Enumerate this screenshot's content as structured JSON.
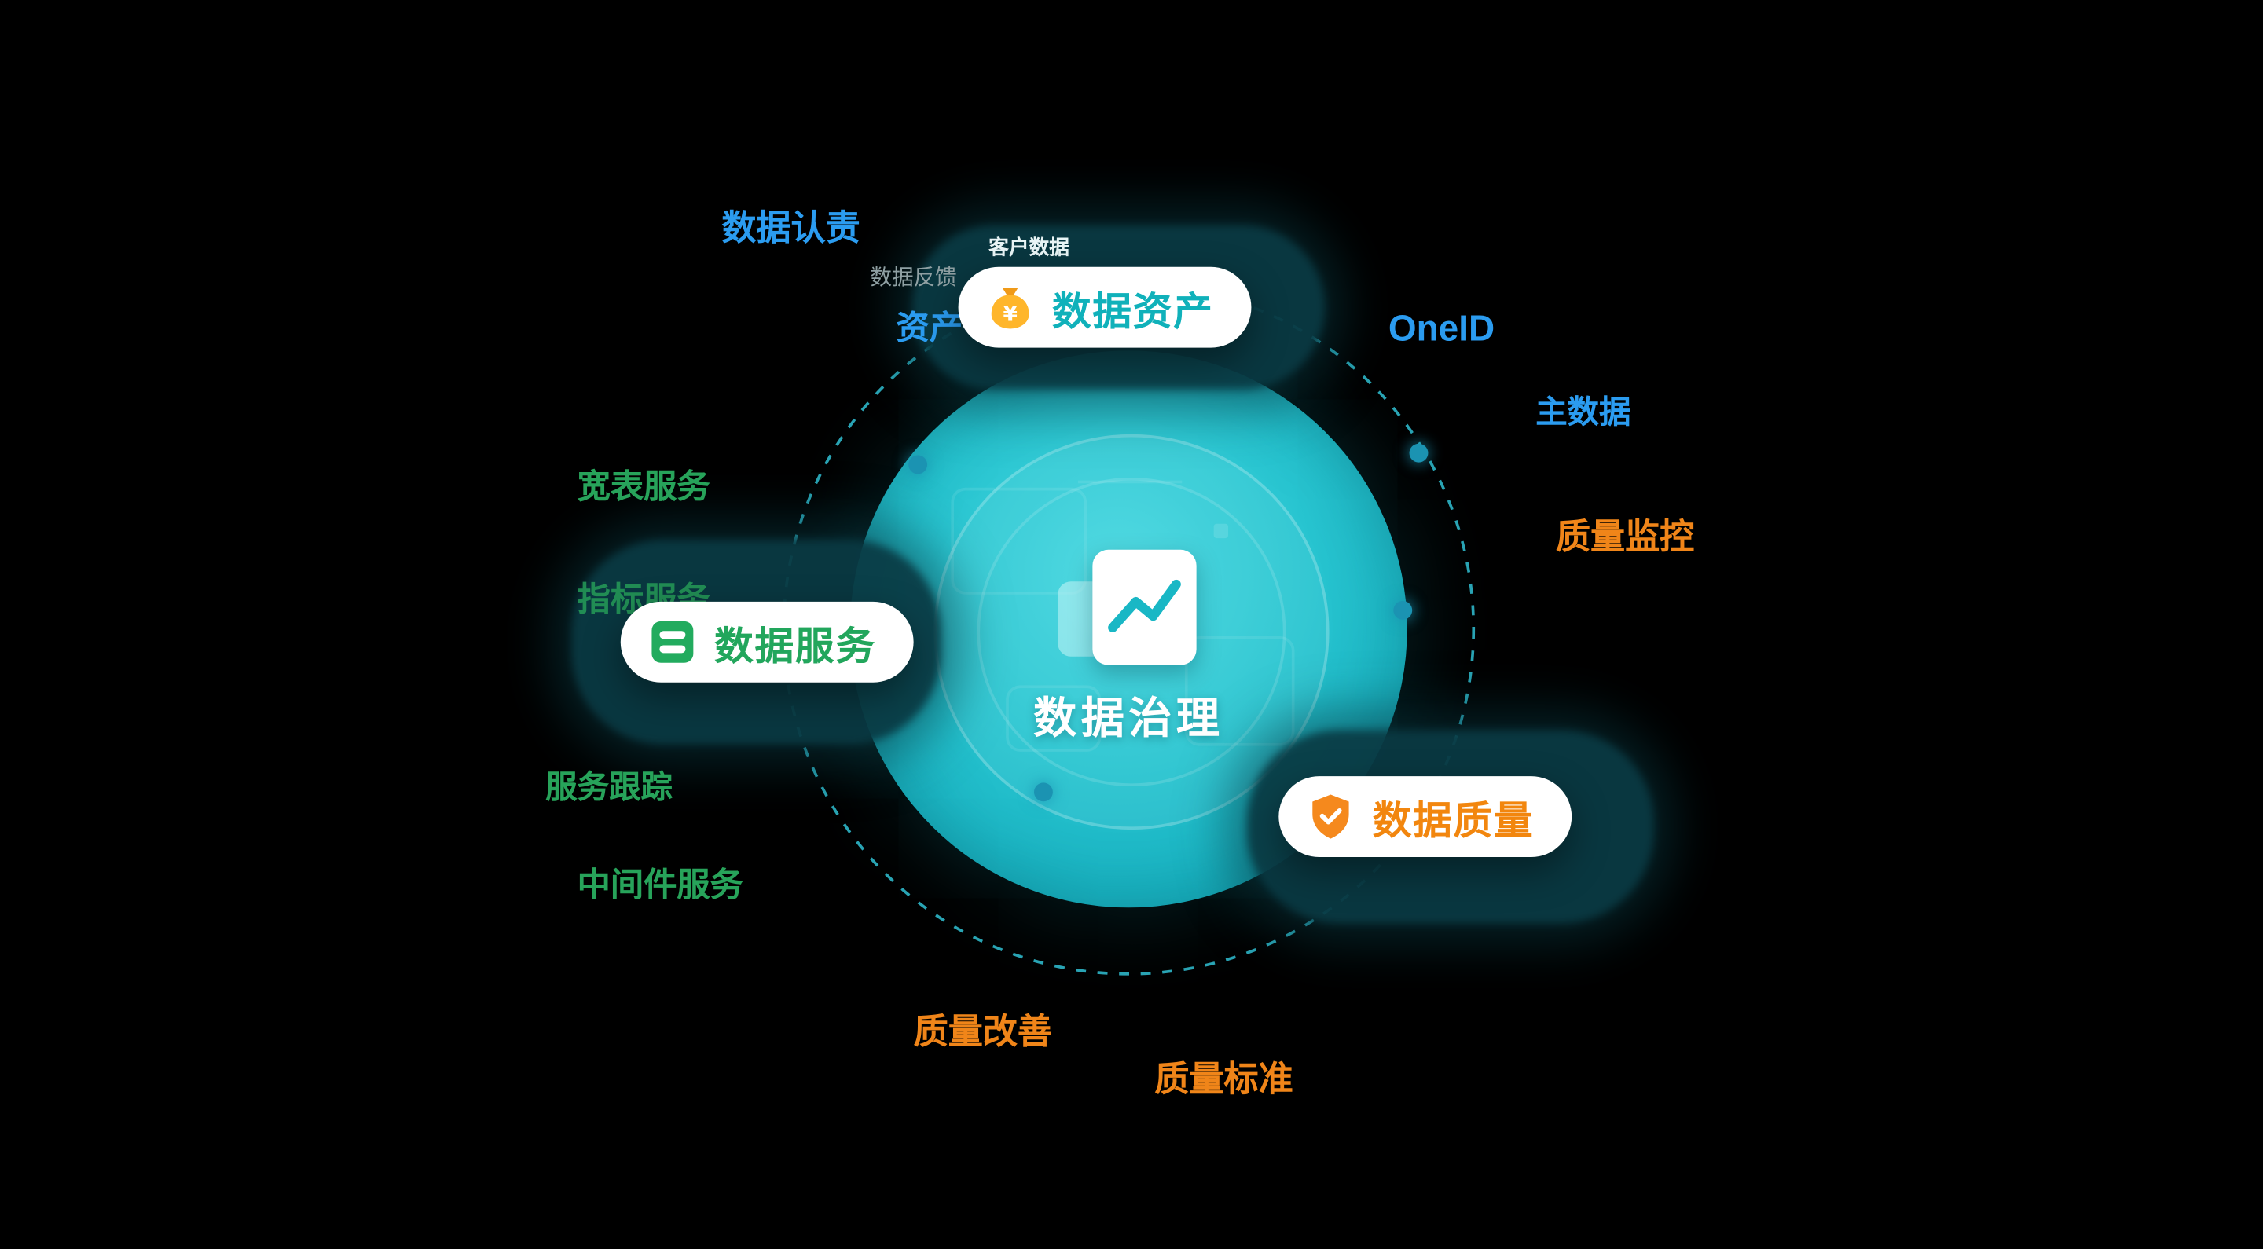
{
  "diagram": {
    "center_title": "数据治理",
    "pills": [
      {
        "label": "数据资产",
        "icon": "money-bag-icon",
        "color": "#10b1ba"
      },
      {
        "label": "数据服务",
        "icon": "server-icon",
        "color": "#22a65c"
      },
      {
        "label": "数据质量",
        "icon": "shield-check-icon",
        "color": "#f2860e"
      }
    ],
    "labels": [
      {
        "text": "数据认责",
        "color": "#2b9cf0"
      },
      {
        "text": "客户数据",
        "color": "#e9f5f6"
      },
      {
        "text": "数据反馈",
        "color": "#8fa0a3"
      },
      {
        "text": "资产",
        "color": "#2b9cf0"
      },
      {
        "text": "OneID",
        "color": "#2b9cf0"
      },
      {
        "text": "主数据",
        "color": "#2b9cf0"
      },
      {
        "text": "质量监控",
        "color": "#f08519"
      },
      {
        "text": "宽表服务",
        "color": "#27a35a"
      },
      {
        "text": "指标服务",
        "color": "#27a35a"
      },
      {
        "text": "服务跟踪",
        "color": "#27a35a"
      },
      {
        "text": "中间件服务",
        "color": "#27a35a"
      },
      {
        "text": "质量改善",
        "color": "#f08519"
      },
      {
        "text": "质量标准",
        "color": "#f08519"
      }
    ],
    "colors": {
      "background": "#000000",
      "circle_teal": "#1cb8c6",
      "orbit": "#2fb7c9",
      "blue": "#2b9cf0",
      "green": "#27a35a",
      "orange": "#f08519"
    }
  }
}
